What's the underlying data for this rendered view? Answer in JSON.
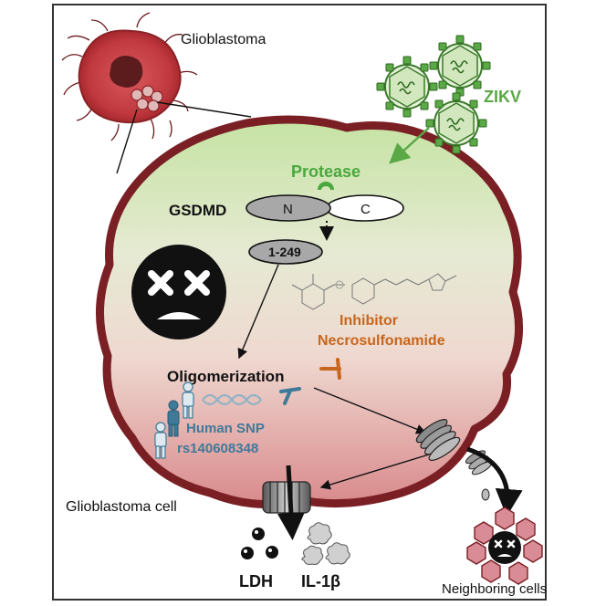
{
  "labels": {
    "glioblastoma": "Glioblastoma",
    "zikv": "ZIKV",
    "protease": "Protease",
    "gsdmd": "GSDMD",
    "n_domain": "N",
    "c_domain": "C",
    "fragment": "1-249",
    "inhibitor_line1": "Inhibitor",
    "inhibitor_line2": "Necrosulfonamide",
    "oligomerization": "Oligomerization",
    "snp_line1": "Human SNP",
    "snp_line2": "rs140608348",
    "glioblastoma_cell": "Glioblastoma cell",
    "ldh": "LDH",
    "il1b": "IL-1β",
    "neighboring_cells": "Neighboring cells"
  },
  "colors": {
    "frame": "#333333",
    "membrane": "#7a2025",
    "cell_fill_top": "#c5e3a3",
    "cell_fill_mid": "#ecd6cc",
    "cell_fill_bottom": "#dc8f8f",
    "virus_green": "#5aa846",
    "protease_green": "#4aa83c",
    "inhibitor_orange": "#c7661c",
    "snp_blue": "#3f7a98",
    "domain_gray": "#a8a8a8",
    "tumor_red": "#c0393f",
    "tumor_core": "#5c1b1d"
  },
  "icons": [
    "virus-icon",
    "dead-face-icon",
    "gasdermin-pore-icon",
    "person-icon",
    "dna-helix-icon",
    "molecule-structure"
  ]
}
